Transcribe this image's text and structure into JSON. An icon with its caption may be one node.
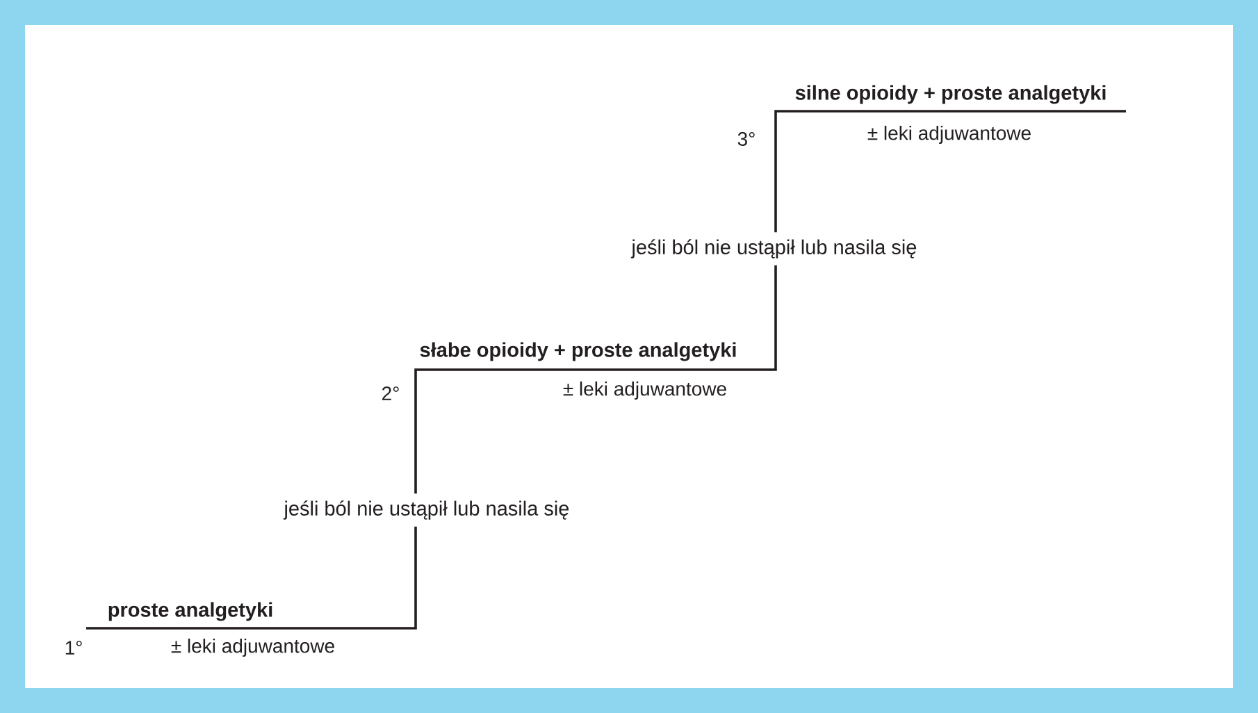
{
  "diagram": {
    "labels": [
      "silne opioidy + proste analgetyki",
      "3°",
      "± leki adjuwantowe",
      "jeśli ból nie ustąpił lub nasila się",
      "słabe opioidy + proste analgetyki",
      "2°",
      "± leki adjuwantowe",
      "jeśli ból nie ustąpił lub nasila się",
      "proste analgetyki",
      "1°",
      "± leki adjuwantowe"
    ]
  }
}
